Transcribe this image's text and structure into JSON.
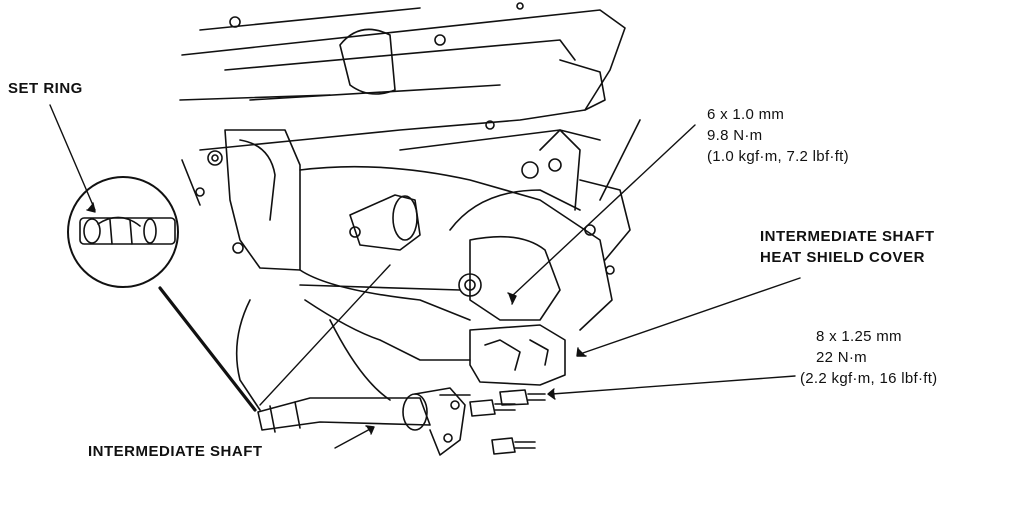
{
  "labels": {
    "set_ring": "SET RING",
    "intermediate_shaft": "INTERMEDIATE SHAFT",
    "heat_shield_line1": "INTERMEDIATE SHAFT",
    "heat_shield_line2": "HEAT SHIELD COVER"
  },
  "bolt_spec_small": {
    "size": "6 x 1.0 mm",
    "torque": "9.8 N·m",
    "torque_alt": "(1.0 kgf·m, 7.2 lbf·ft)"
  },
  "bolt_spec_large": {
    "size": "8 x 1.25 mm",
    "torque": "22 N·m",
    "torque_alt": "(2.2 kgf·m, 16 lbf·ft)"
  },
  "colors": {
    "ink": "#111111",
    "paper": "#ffffff"
  }
}
